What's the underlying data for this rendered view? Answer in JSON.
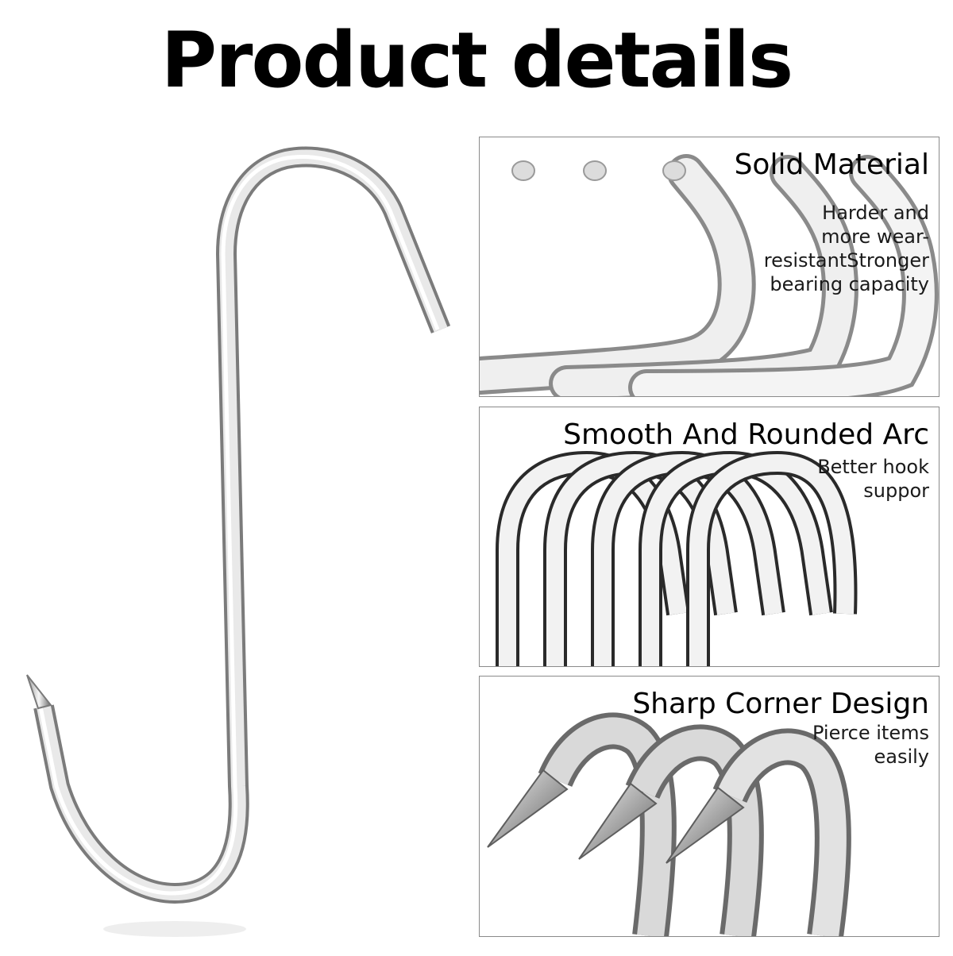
{
  "title": "Product details",
  "colors": {
    "background": "#ffffff",
    "text": "#000000",
    "metal_light": "#f2f2f2",
    "metal_dark": "#6e6e6e",
    "panel_border": "#8a8a8a"
  },
  "main_image": {
    "icon": "s-hook-icon"
  },
  "panels": [
    {
      "heading": "Solid Material",
      "description_lines": [
        "Harder and",
        "more wear-",
        "resistantStronger",
        "bearing capacity"
      ],
      "icon": "hook-tips-icon"
    },
    {
      "heading": "Smooth And Rounded Arc",
      "description_lines": [
        "Better hook",
        "suppor"
      ],
      "icon": "hook-arcs-icon"
    },
    {
      "heading": "Sharp Corner Design",
      "description_lines": [
        "Pierce items",
        "easily"
      ],
      "icon": "sharp-points-icon"
    }
  ]
}
